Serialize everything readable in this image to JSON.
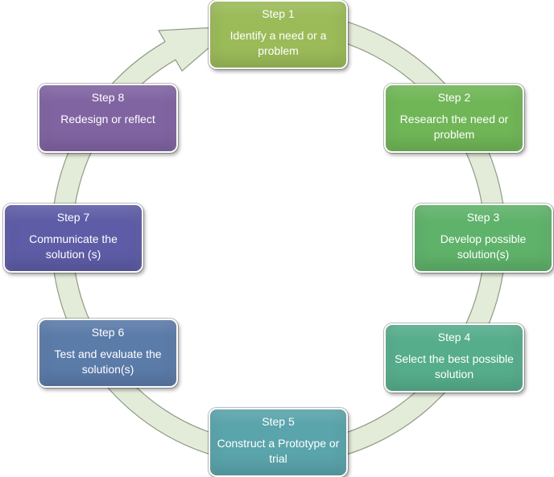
{
  "diagram": {
    "type": "cycle",
    "arrow_color": "#e3ebd9",
    "arrow_border_color": "#8f9b84",
    "steps": [
      {
        "title": "Step 1",
        "text": "Identify a need or a problem",
        "color": "#9bbb59"
      },
      {
        "title": "Step 2",
        "text": "Research  the need or problem",
        "color": "#70b657"
      },
      {
        "title": "Step 3",
        "text": "Develop possible solution(s)",
        "color": "#5fb26a"
      },
      {
        "title": "Step 4",
        "text": "Select  the best possible solution",
        "color": "#56ad8c"
      },
      {
        "title": "Step 5",
        "text": "Construct a Prototype or trial",
        "color": "#5aa4ab"
      },
      {
        "title": "Step 6",
        "text": "Test and evaluate the solution(s)",
        "color": "#5b7ba9"
      },
      {
        "title": "Step 7",
        "text": "Communicate the solution (s)",
        "color": "#5e5ca6"
      },
      {
        "title": "Step 8",
        "text": "Redesign or reflect",
        "color": "#8064a2"
      }
    ]
  }
}
